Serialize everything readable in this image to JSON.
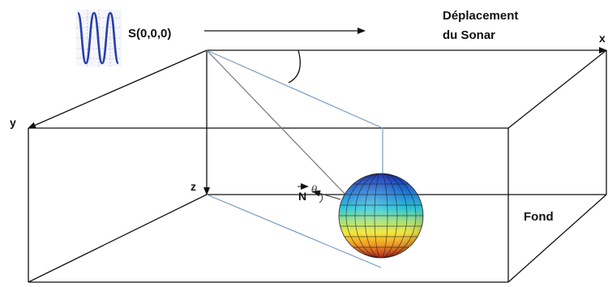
{
  "labels": {
    "source": "S(0,0,0)",
    "displacement_line1": "Déplacement",
    "displacement_line2": "du Sonar",
    "axis_x": "x",
    "axis_y": "y",
    "axis_z": "z",
    "normal": "N",
    "angle": "θ",
    "bottom": "Fond"
  },
  "colors": {
    "line": "#111111",
    "projection_line": "#7a9cc0",
    "ray": "#777777",
    "wave": "#2a3fa8",
    "sphere_top": "#1a2bb0",
    "sphere_bottom": "#c41a10"
  },
  "icons": {
    "signal": "sine-wave-icon",
    "target": "sphere-icon"
  }
}
